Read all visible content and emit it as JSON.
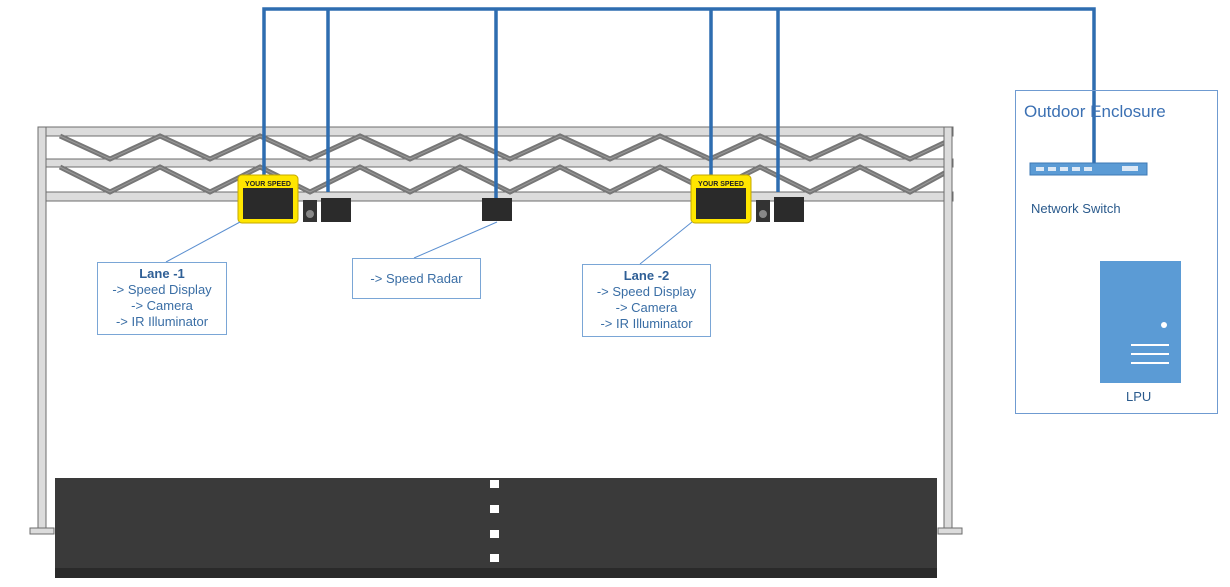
{
  "callouts": {
    "lane1": {
      "title": "Lane -1",
      "lines": [
        "-> Speed Display",
        "-> Camera",
        "-> IR Illuminator"
      ]
    },
    "radar": {
      "text": "-> Speed Radar"
    },
    "lane2": {
      "title": "Lane -2",
      "lines": [
        "-> Speed Display",
        "-> Camera",
        "-> IR Illuminator"
      ]
    }
  },
  "speed_display": {
    "label": "YOUR SPEED"
  },
  "enclosure": {
    "title": "Outdoor Enclosure",
    "switch_label": "Network Switch",
    "server_label": "LPU"
  },
  "colors": {
    "cable": "#2e6db0",
    "callout_border": "#7aa6d6",
    "display_yellow": "#ffe600",
    "road": "#3a3a3a",
    "server": "#5b9bd5"
  }
}
